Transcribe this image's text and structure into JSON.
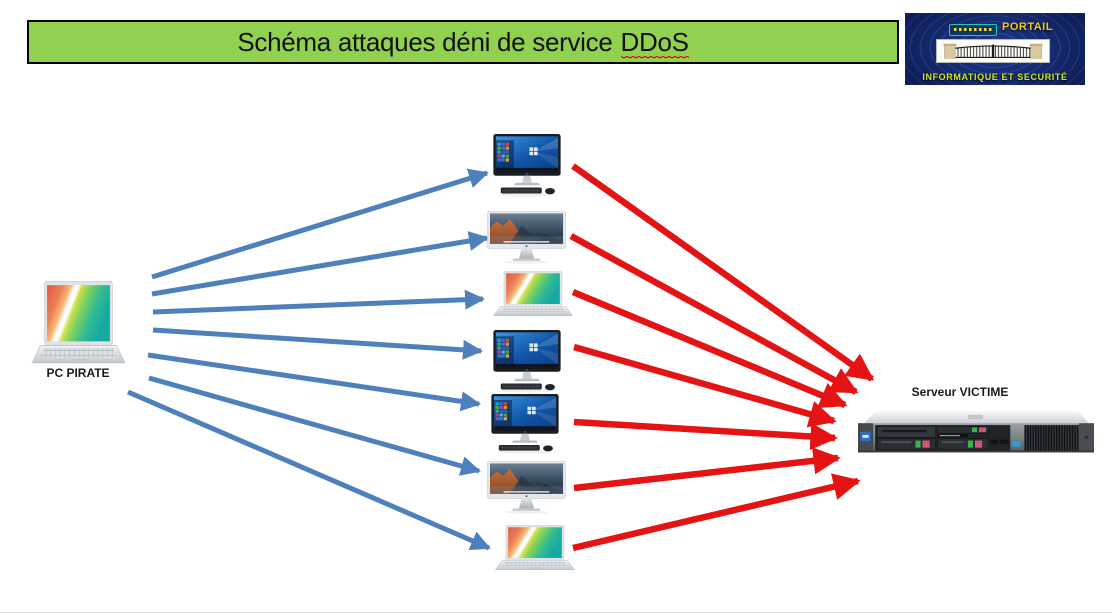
{
  "title": {
    "text": "Schéma attaques déni de service",
    "highlight": "DDoS"
  },
  "logo": {
    "name": "portail-informatique-et-securite-logo",
    "top_text": "PORTAIL",
    "bottom_text": "INFORMATIQUE  ET  SECURITÉ"
  },
  "nodes": {
    "attacker": {
      "label": "PC PIRATE",
      "device": "laptop"
    },
    "victim": {
      "label": "Serveur VICTIME",
      "device": "rack-server-1u"
    },
    "zombies": [
      {
        "device": "windows-desktop"
      },
      {
        "device": "imac"
      },
      {
        "device": "laptop"
      },
      {
        "device": "windows-desktop"
      },
      {
        "device": "windows-desktop"
      },
      {
        "device": "imac"
      },
      {
        "device": "laptop"
      }
    ]
  },
  "edges": {
    "command": {
      "from": "attacker",
      "to": "zombies",
      "count": 7,
      "color": "#4E80BC"
    },
    "attack": {
      "from": "zombies",
      "to": "victim",
      "count": 7,
      "color": "#E41414"
    }
  },
  "colors": {
    "banner_bg": "#92D050",
    "banner_border": "#000000",
    "background": "#FFFFFF"
  }
}
